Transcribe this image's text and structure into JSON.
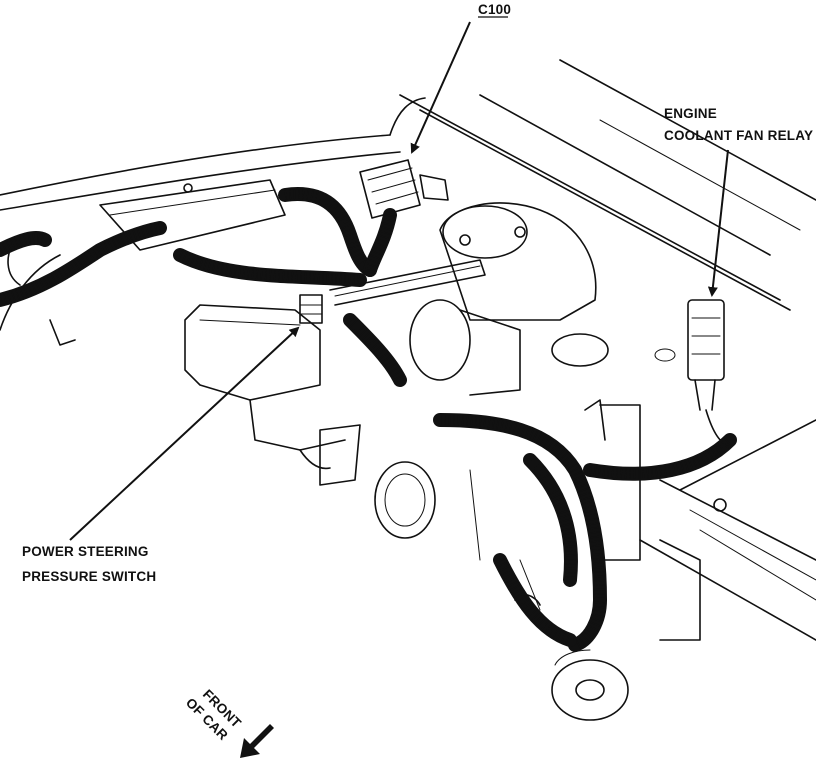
{
  "labels": {
    "c100": "C100",
    "relay": [
      "ENGINE",
      "COOLANT FAN RELAY"
    ],
    "ps_switch": [
      "POWER STEERING",
      "PRESSURE SWITCH"
    ],
    "front": [
      "FRONT",
      "OF CAR"
    ]
  },
  "colors": {
    "ink": "#111111",
    "paper": "#ffffff"
  },
  "icons": {
    "direction": "arrow-down-left-icon"
  }
}
